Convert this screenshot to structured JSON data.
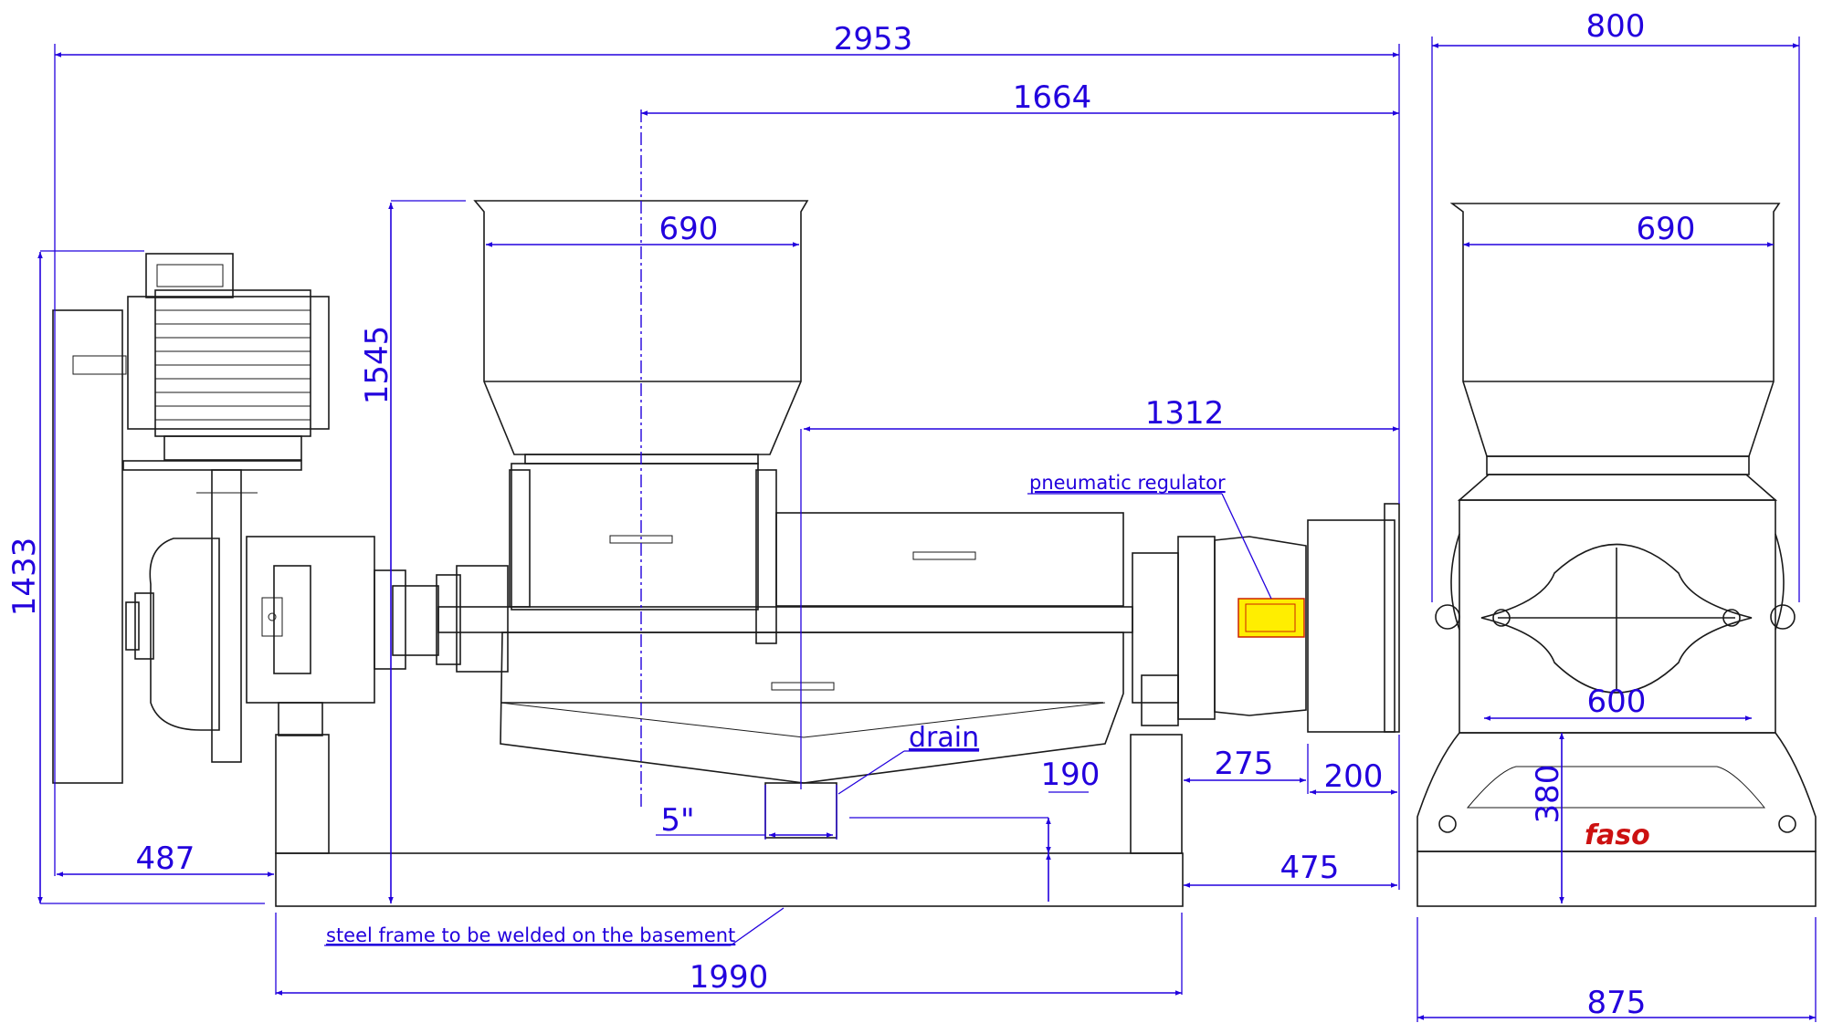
{
  "dimensions": {
    "overall_length": "2953",
    "hopper_to_end": "1664",
    "hopper_top_width_side": "690",
    "barrel_to_end": "1312",
    "total_height": "1545",
    "motor_height": "1433",
    "motor_overhang": "487",
    "frame_length": "1990",
    "drain_height": "190",
    "drain_size": "5\"",
    "regulator_offset": "275",
    "flange_width": "200",
    "frame_to_end": "475",
    "front_width": "800",
    "front_hopper_width": "690",
    "front_body_width": "600",
    "front_base_height": "380",
    "front_base_width": "875"
  },
  "notes": {
    "pneumatic_regulator": "pneumatic regulator",
    "drain": "drain",
    "steel_frame": "steel frame to be welded on the basement"
  },
  "brand": {
    "logo_text": "faso",
    "logo_color": "#cc1111"
  },
  "colors": {
    "dimension": "#2200dd",
    "machine": "#1a1a1a",
    "regulator_highlight": "#ffee00"
  }
}
